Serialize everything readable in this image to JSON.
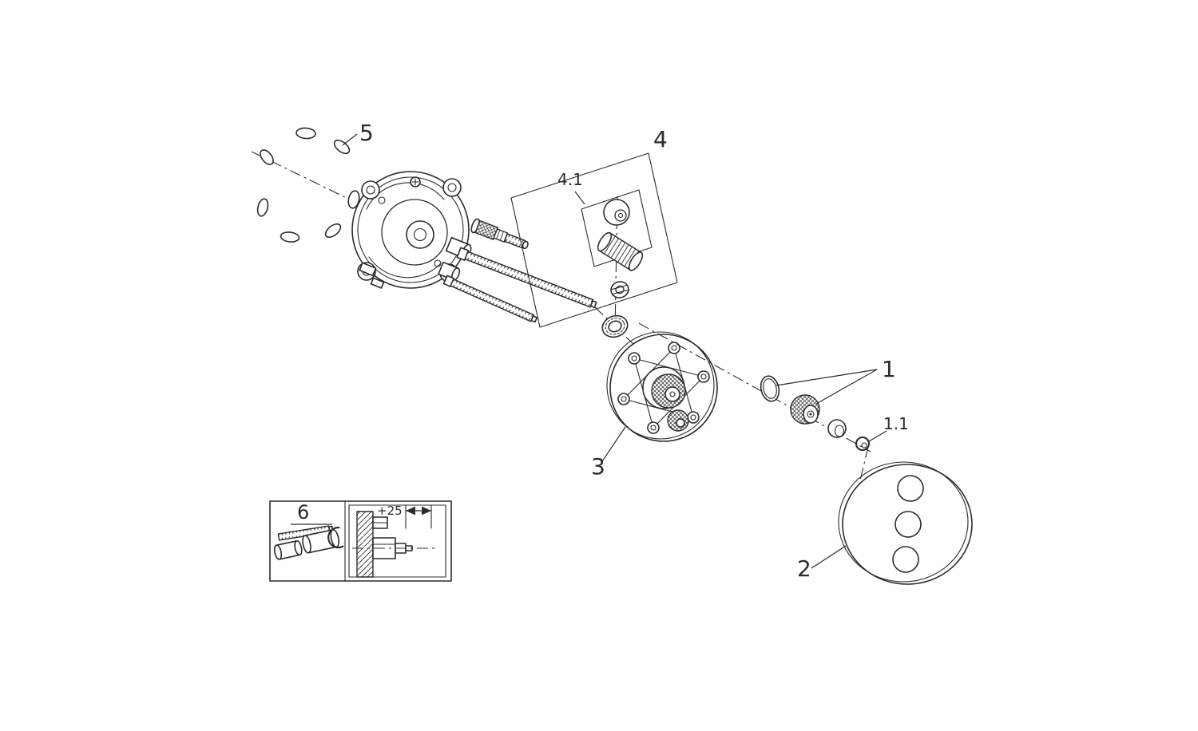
{
  "diagram": {
    "type": "exploded-parts-diagram",
    "colors": {
      "line": "#2b2b2b",
      "background": "#ffffff"
    },
    "labels": {
      "p1": "1",
      "p1_1": "1.1",
      "p2": "2",
      "p3": "3",
      "p4": "4",
      "p4_1": "4.1",
      "p5": "5",
      "p6": "6"
    },
    "dimension": {
      "offset_label": "+25"
    }
  }
}
